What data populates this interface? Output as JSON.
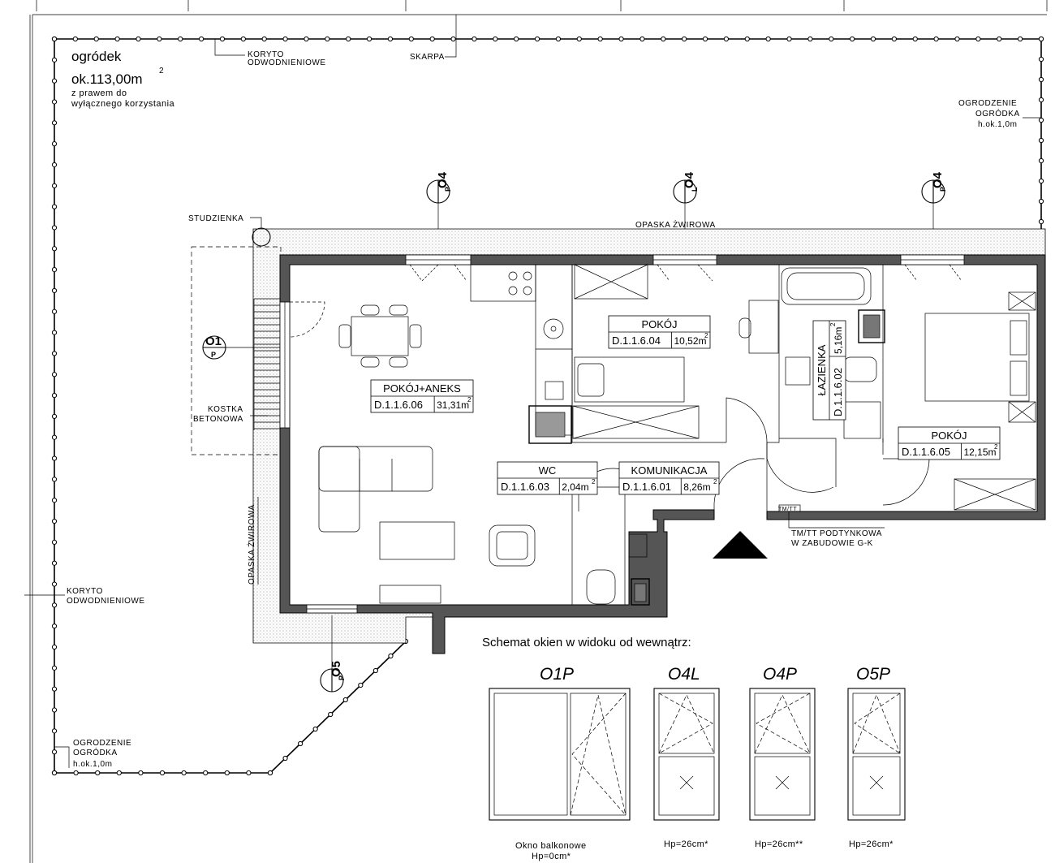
{
  "garden": {
    "title": "ogródek",
    "area": "ok.113,00m",
    "area_sup": "2",
    "note1": "z prawem do",
    "note2": "wyłącznego korzystania"
  },
  "labels": {
    "koryto_top_1": "KORYTO",
    "koryto_top_2": "ODWODNIENIOWE",
    "skarpa": "SKARPA",
    "ogrodzenie_r1": "OGRODZENIE",
    "ogrodzenie_r2": "OGRÓDKA",
    "ogrodzenie_r3": "h.ok.1,0m",
    "studzienka": "STUDZIENKA",
    "opaska_top": "OPASKA ŻWIROWA",
    "opaska_side": "OPASKA ŻWIROWA",
    "kostka1": "KOSTKA",
    "kostka2": "BETONOWA",
    "koryto_left_1": "KORYTO",
    "koryto_left_2": "ODWODNIENIOWE",
    "ogrodzenie_b1": "OGRODZENIE",
    "ogrodzenie_b2": "OGRÓDKA",
    "ogrodzenie_b3": "h.ok.1,0m",
    "tm1": "TM/TT PODTYNKOWA",
    "tm2": "W ZABUDOWIE G-K",
    "tm_box": "TM/TT"
  },
  "window_tags": {
    "o4p_a": {
      "main": "O4",
      "sub": "P"
    },
    "o4l": {
      "main": "O4",
      "sub": "L"
    },
    "o4p_b": {
      "main": "O4",
      "sub": "P"
    },
    "o1p": {
      "main": "O1",
      "sub": "P"
    },
    "o5p": {
      "main": "O5",
      "sub": "P"
    }
  },
  "rooms": {
    "pokoj_aneks": {
      "name": "POKÓJ+ANEKS",
      "code": "D.1.1.6.06",
      "area": "31,31m",
      "sup": "2"
    },
    "pokoj_1": {
      "name": "POKÓJ",
      "code": "D.1.1.6.04",
      "area": "10,52m",
      "sup": "2"
    },
    "lazienka": {
      "name": "ŁAZIENKA",
      "code": "D.1.1.6.02",
      "area": "5,16m",
      "sup": "2"
    },
    "pokoj_2": {
      "name": "POKÓJ",
      "code": "D.1.1.6.05",
      "area": "12,15m",
      "sup": "2"
    },
    "wc": {
      "name": "WC",
      "code": "D.1.1.6.03",
      "area": "2,04m",
      "sup": "2"
    },
    "komunikacja": {
      "name": "KOMUNIKACJA",
      "code": "D.1.1.6.01",
      "area": "8,26m",
      "sup": "2"
    }
  },
  "schema": {
    "title": "Schemat okien w widoku od wewnątrz:",
    "windows": [
      {
        "name": "O1P",
        "caption1": "Okno balkonowe",
        "caption2": "Hp=0cm*"
      },
      {
        "name": "O4L",
        "caption1": "Hp=26cm*"
      },
      {
        "name": "O4P",
        "caption1": "Hp=26cm**"
      },
      {
        "name": "O5P",
        "caption1": "Hp=26cm*"
      }
    ]
  }
}
